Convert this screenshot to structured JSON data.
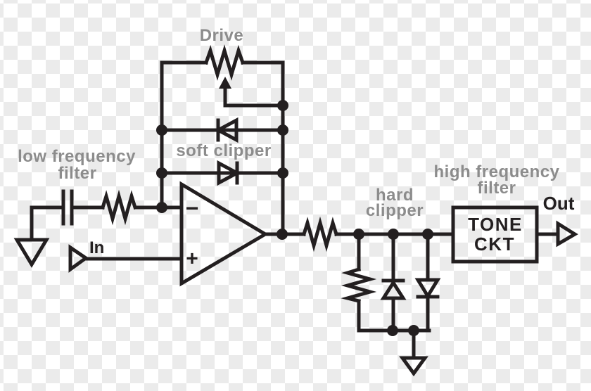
{
  "title": "overdrive pedal block schematic",
  "colors": {
    "ink": "#231f20",
    "label": "#8c8c8c",
    "checker_dark": "#ebebeb",
    "checker_light": "#ffffff"
  },
  "labels": {
    "drive": "Drive",
    "soft_clipper": "soft clipper",
    "low_freq_line1": "low frequency",
    "low_freq_line2": "filter",
    "input": "In",
    "hard_clipper_line1": "hard",
    "hard_clipper_line2": "clipper",
    "high_freq_line1": "high frequency",
    "high_freq_line2": "filter",
    "tone_block_line1": "TONE",
    "tone_block_line2": "CKT",
    "output": "Out",
    "opamp_inverting": "−",
    "opamp_noninverting": "+"
  },
  "symbols": {
    "ground": "ground-icon",
    "capacitor": "capacitor-icon",
    "resistor": "resistor-zigzag-icon",
    "potentiometer": "potentiometer-icon",
    "diode": "diode-icon",
    "opamp": "opamp-triangle-icon",
    "buffer_arrow": "signal-arrow-icon",
    "tone_block": "tone-circuit-box"
  }
}
